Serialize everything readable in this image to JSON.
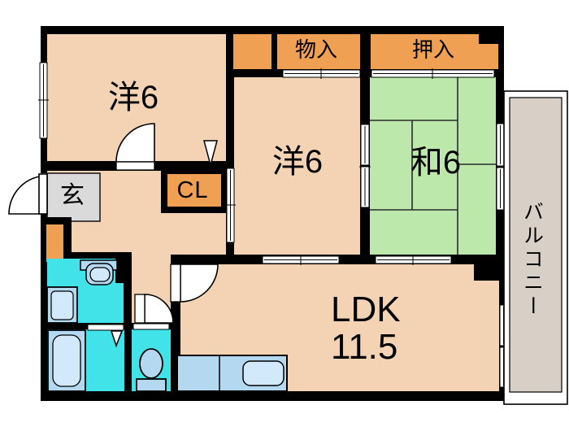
{
  "rooms": {
    "western1": "洋6",
    "western2": "洋6",
    "japanese": "和6",
    "ldk_label": "LDK",
    "ldk_size": "11.5",
    "entrance": "玄",
    "closet": "CL",
    "storage": "物入",
    "futon_closet": "押入",
    "balcony": "バルコニー"
  },
  "colors": {
    "room_peach": "#f4d3b5",
    "tatami_green": "#bce9ab",
    "storage_orange": "#f0a053",
    "wet_cyan": "#42e3e8",
    "fixture_blue": "#b5d8f1",
    "fixture_blue_light": "#d2e9fb",
    "entrance_gray": "#dadada",
    "balcony_taupe": "#d8cfc7",
    "wall_black": "#000000"
  }
}
